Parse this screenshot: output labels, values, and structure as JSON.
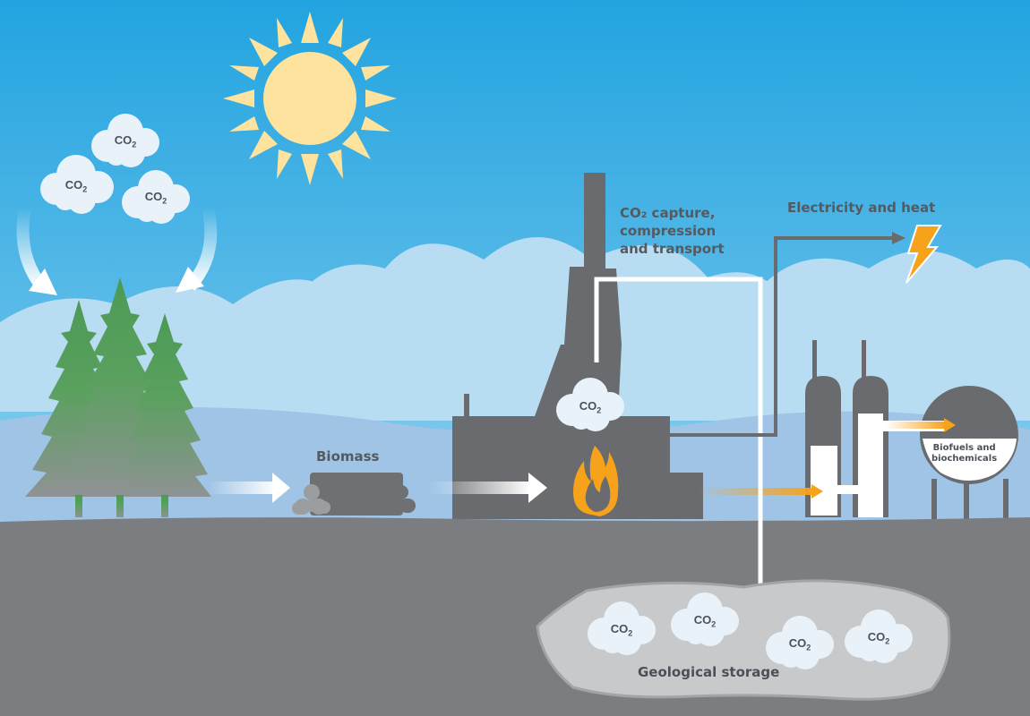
{
  "colors": {
    "sky_top": "#22a4e0",
    "sky_bottom": "#bfe0f4",
    "ground": "#7c7d80",
    "plant": "#6a6b6e",
    "tree_green": "#4c9a55",
    "sun": "#fde39e",
    "fire": "#f7a21b",
    "co2_cloud": "#e9f2f9",
    "storage": "#c8c9cb"
  },
  "icons": {
    "sun": "sun-icon",
    "fire": "fire-icon",
    "lightning": "lightning-icon",
    "tree": "tree-icon",
    "biomass": "log-pile-icon",
    "factory": "factory-icon",
    "refinery": "refinery-icon"
  },
  "labels": {
    "biomass": "Biomass",
    "capture_line1": "CO₂ capture,",
    "capture_line2": "compression",
    "capture_line3": "and transport",
    "electricity": "Electricity and heat",
    "biofuels_line1": "Biofuels and",
    "biofuels_line2": "biochemicals",
    "storage": "Geological storage"
  },
  "co2": {
    "base": "CO",
    "sub": "2"
  }
}
